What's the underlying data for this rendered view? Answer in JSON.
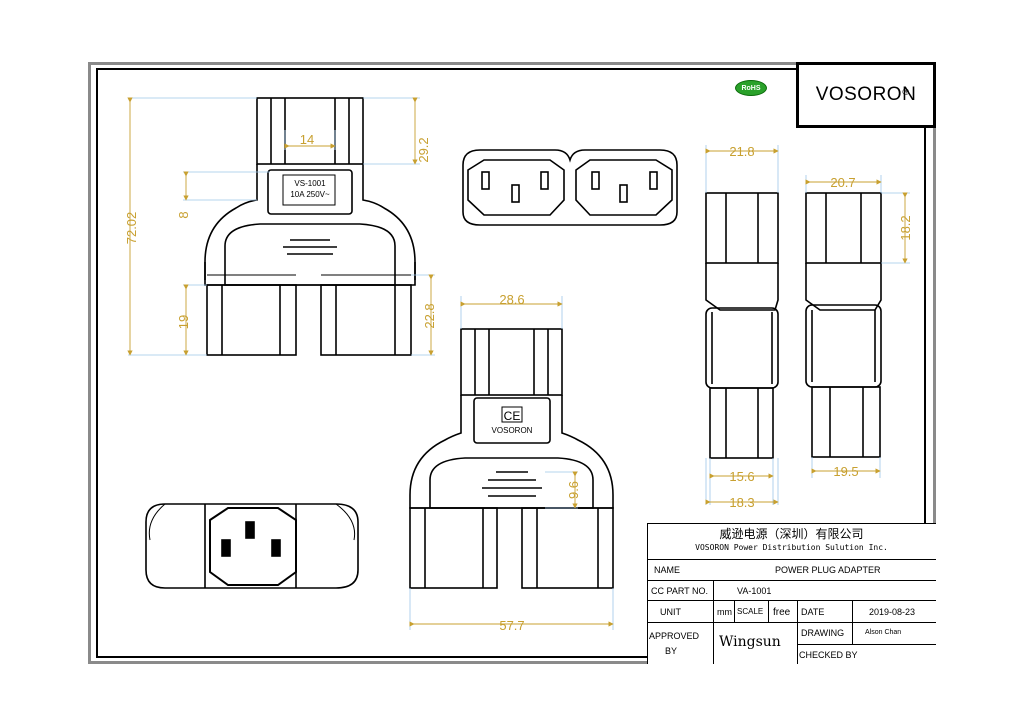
{
  "brand": {
    "name": "VOSORON",
    "reg": "®",
    "rohs": "RoHS"
  },
  "labels": {
    "product_top": [
      "VS-1001",
      "10A 250V~"
    ],
    "ce_mark": "CE",
    "ce_brand": "VOSORON"
  },
  "dimensions": {
    "d14": "14",
    "d29_2": "29.2",
    "d72_02": "72.02",
    "d8": "8",
    "d19": "19",
    "d22_8": "22.8",
    "d28_6": "28.6",
    "d9_6": "9.6",
    "d57_7": "57.7",
    "d21_8": "21.8",
    "d20_7": "20.7",
    "d18_2": "18.2",
    "d15_6": "15.6",
    "d18_3": "18.3",
    "d19_5": "19.5"
  },
  "title_block": {
    "company_cn": "威逊电源（深圳）有限公司",
    "company_en": "VOSORON Power Distribution Sulution Inc.",
    "name_label": "NAME",
    "name_value": "POWER PLUG ADAPTER",
    "part_label": "CC PART NO.",
    "part_value": "VA-1001",
    "unit_label": "UNIT",
    "unit_value": "mm",
    "scale_label": "SCALE",
    "scale_value": "free",
    "date_label": "DATE",
    "date_value": "2019-08-23",
    "approved_label_1": "APPROVED",
    "approved_label_2": "BY",
    "approved_value": "Wingsun",
    "drawing_label": "DRAWING",
    "drawing_value": "Alson Chan",
    "checked_label": "CHECKED BY"
  },
  "colors": {
    "dimension": "#c8a030",
    "line": "#000000",
    "frame": "#8a8a8a",
    "rohs": "#2aa12a"
  }
}
